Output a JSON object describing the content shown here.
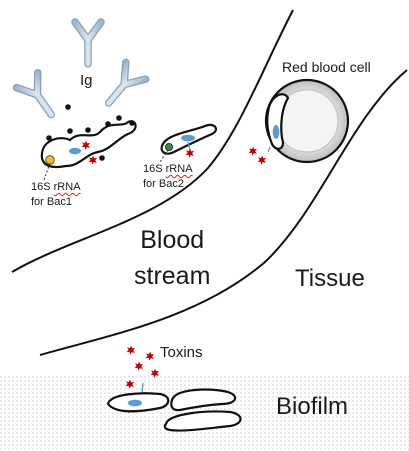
{
  "labels": {
    "ig": "Ig",
    "red_blood_cell": "Red blood cell",
    "bac1_line1_prefix": "16S ",
    "bac1_line1_word": "rRNA",
    "bac1_line2": "for Bac1",
    "bac2_line1_prefix": "16S ",
    "bac2_line1_word": "rRNA",
    "bac2_line2": "for Bac2",
    "blood_line1": "Blood",
    "blood_line2": "stream",
    "tissue": "Tissue",
    "toxins": "Toxins",
    "biofilm": "Biofilm"
  },
  "colors": {
    "antibody": "#b8cbe0",
    "bacterium_nucleus": "#5b9bd5",
    "toxin": "#c00000",
    "bac1_rna_dot": "#f0c020",
    "bac2_rna_dot": "#3a8a3a",
    "biofilm_dots": "#c8c8c8",
    "rbc_fill": "#e8e8e8"
  },
  "icons": [
    "antibody-icon",
    "bacterium-icon",
    "toxin-icon",
    "red-blood-cell-icon"
  ]
}
